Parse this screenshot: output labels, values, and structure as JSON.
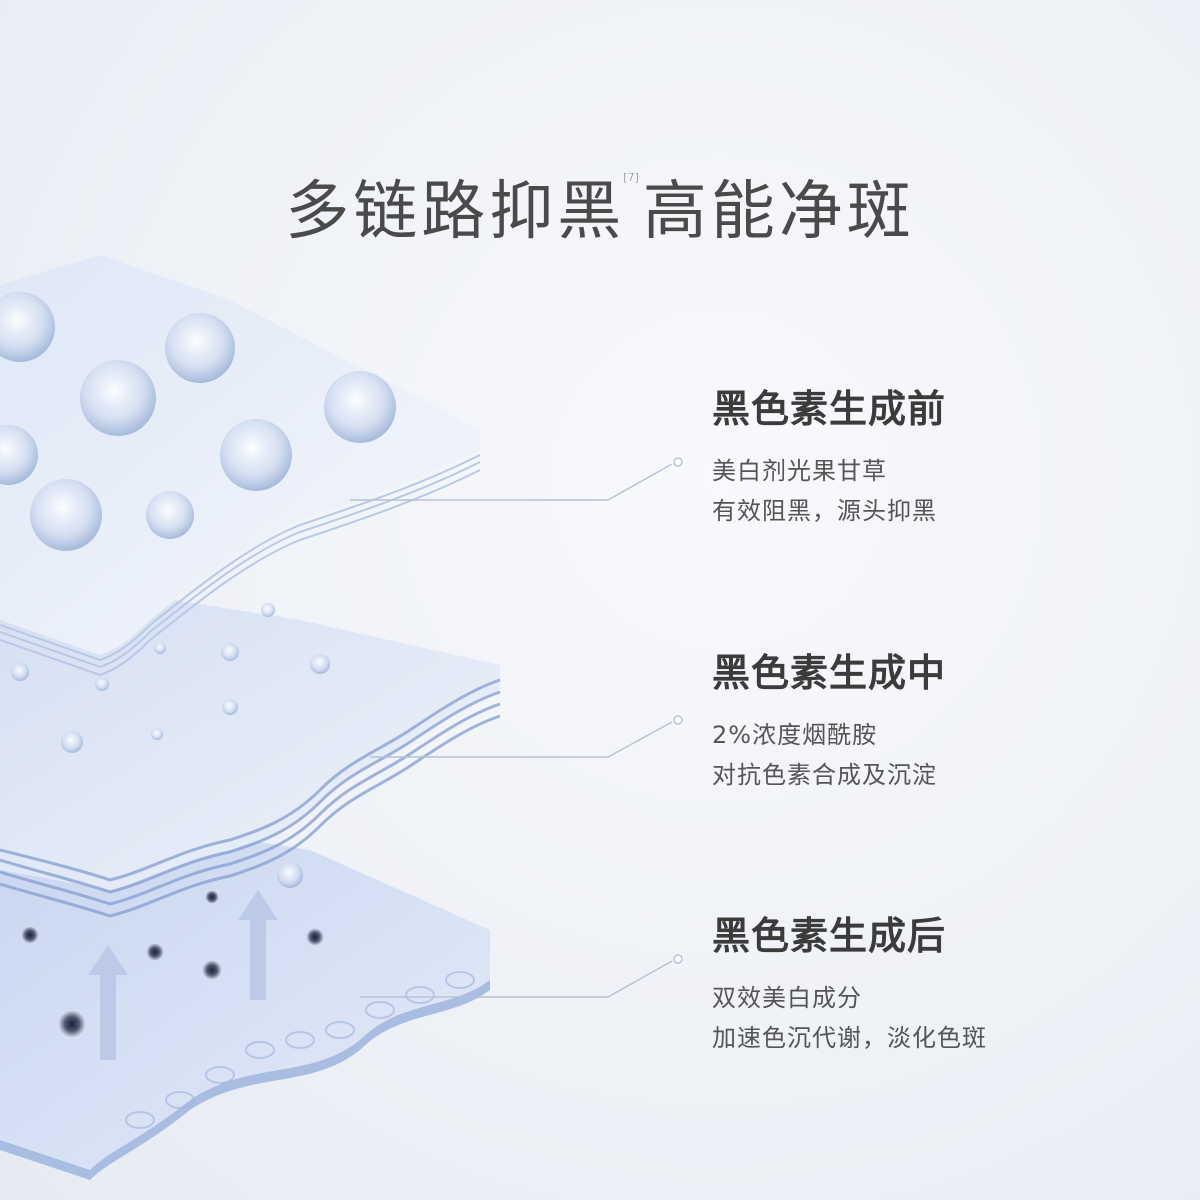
{
  "title": {
    "main_left": "多链路抑黑",
    "sup": "[7]",
    "main_right": "高能净斑"
  },
  "sections": [
    {
      "heading": "黑色素生成前",
      "lines": [
        "美白剂光果甘草",
        "有效阻黑，源头抑黑"
      ]
    },
    {
      "heading": "黑色素生成中",
      "lines": [
        "2%浓度烟酰胺",
        "对抗色素合成及沉淀"
      ]
    },
    {
      "heading": "黑色素生成后",
      "lines": [
        "双效美白成分",
        "加速色沉代谢，淡化色斑"
      ]
    }
  ],
  "colors": {
    "layer": "#c9d7ef",
    "layer_dark": "#98afdc",
    "text_heading": "#3b3b3b",
    "text_body": "#555555",
    "leader": "#b8c2d6"
  }
}
